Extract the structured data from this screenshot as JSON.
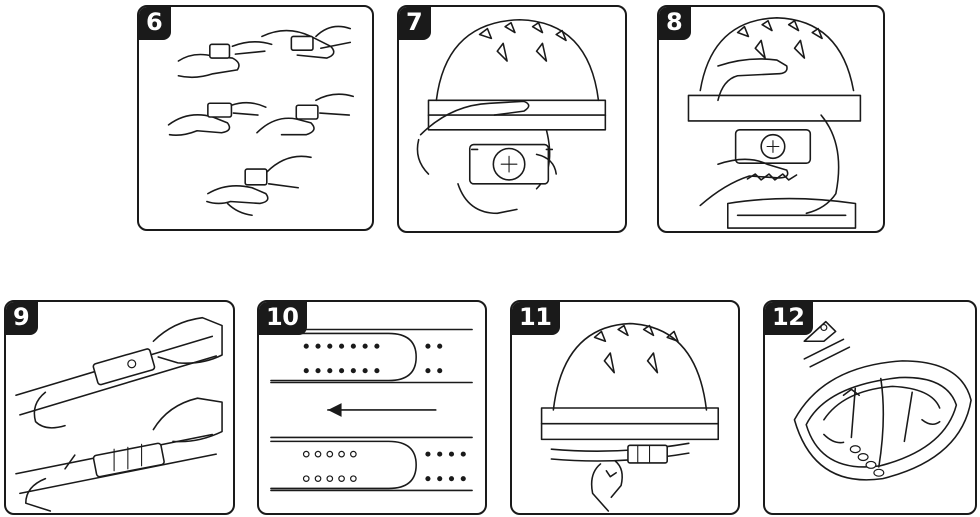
{
  "steps": [
    {
      "number": "6",
      "icon": "hands-attaching-chinstrap-clips-icon"
    },
    {
      "number": "7",
      "icon": "helmet-headband-ratchet-adjust-icon"
    },
    {
      "number": "8",
      "icon": "helmet-on-head-ratchet-tighten-icon"
    },
    {
      "number": "9",
      "icon": "hands-sliding-strap-buckle-icon"
    },
    {
      "number": "10",
      "icon": "strap-holes-slide-arrow-icon"
    },
    {
      "number": "11",
      "icon": "helmet-rear-buckle-fasten-icon"
    },
    {
      "number": "12",
      "icon": "helmet-interior-harness-icon"
    }
  ],
  "colors": {
    "ink": "#1a1a1a",
    "paper": "#ffffff"
  }
}
